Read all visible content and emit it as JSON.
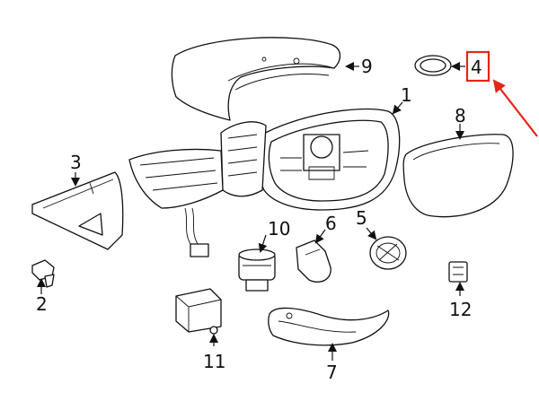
{
  "diagram": {
    "callouts": [
      {
        "id": "1",
        "label": "1"
      },
      {
        "id": "2",
        "label": "2"
      },
      {
        "id": "3",
        "label": "3"
      },
      {
        "id": "4",
        "label": "4"
      },
      {
        "id": "5",
        "label": "5"
      },
      {
        "id": "6",
        "label": "6"
      },
      {
        "id": "7",
        "label": "7"
      },
      {
        "id": "8",
        "label": "8"
      },
      {
        "id": "9",
        "label": "9"
      },
      {
        "id": "10",
        "label": "10"
      },
      {
        "id": "11",
        "label": "11"
      },
      {
        "id": "12",
        "label": "12"
      }
    ],
    "highlight": {
      "callout": "4",
      "color": "#e32619"
    }
  }
}
